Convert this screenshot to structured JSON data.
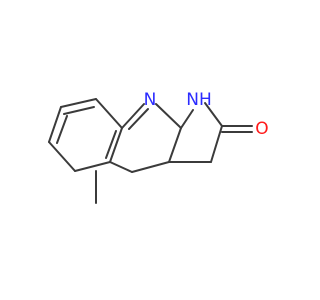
{
  "molecule": {
    "atoms": {
      "n_ring": {
        "symbol": "N",
        "color": "#2b2bff"
      },
      "nh": {
        "symbol": "NH",
        "color": "#2b2bff"
      },
      "o": {
        "symbol": "O",
        "color": "#ff1a1a"
      }
    }
  }
}
